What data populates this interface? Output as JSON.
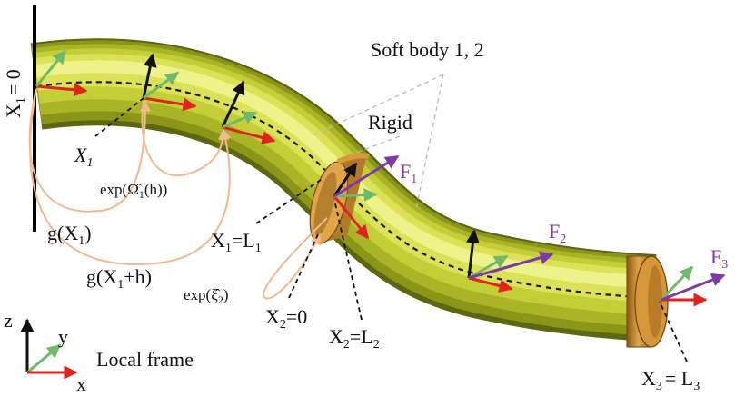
{
  "labels": {
    "x1_zero": "X",
    "x1_zero_sub": "1",
    "x1_zero_rest": "= 0",
    "soft_body": "Soft body 1, 2",
    "rigid": "Rigid",
    "x1_var": "X",
    "x1_var_sub": "1",
    "exp_omega_pre": "exp(",
    "exp_omega_sym": "Ω̂",
    "exp_omega_sub": "1",
    "exp_omega_post": "(h))",
    "g_x1_pre": "g(X",
    "g_x1_sub": "1",
    "g_x1_post": ")",
    "g_x1h_pre": "g(X",
    "g_x1h_sub": "1",
    "g_x1h_post": "+h)",
    "x1_l1_a": "X",
    "x1_l1_a_sub": "1",
    "x1_l1_b": "=L",
    "x1_l1_b_sub": "1",
    "exp_xi_pre": "exp(",
    "exp_xi_sym": "ξ̂",
    "exp_xi_sub": "2",
    "exp_xi_post": ")",
    "x2_zero_a": "X",
    "x2_zero_sub": "2",
    "x2_zero_b": "=0",
    "x2_l2_a": "X",
    "x2_l2_a_sub": "2",
    "x2_l2_b": "=L",
    "x2_l2_b_sub": "2",
    "x3_l3_a": "X",
    "x3_l3_a_sub": "3",
    "x3_l3_b": "= L",
    "x3_l3_b_sub": "3",
    "f1": "F",
    "f1_sub": "1",
    "f2": "F",
    "f2_sub": "2",
    "f3": "F",
    "f3_sub": "3",
    "axis_z": "z",
    "axis_y": "y",
    "axis_x": "x",
    "local_frame": "Local frame"
  },
  "colors": {
    "body_light": "#e6ec6a",
    "body_mid": "#b9c42a",
    "body_dark": "#6f7a12",
    "rigid_light": "#e2a64a",
    "rigid_dark": "#8a5a14",
    "red_axis": "#e0231c",
    "green_axis": "#72b86a",
    "black_axis": "#111111",
    "force": "#7b3aa6",
    "map_curve": "#f2b88f",
    "guide": "#bdbdbd"
  }
}
